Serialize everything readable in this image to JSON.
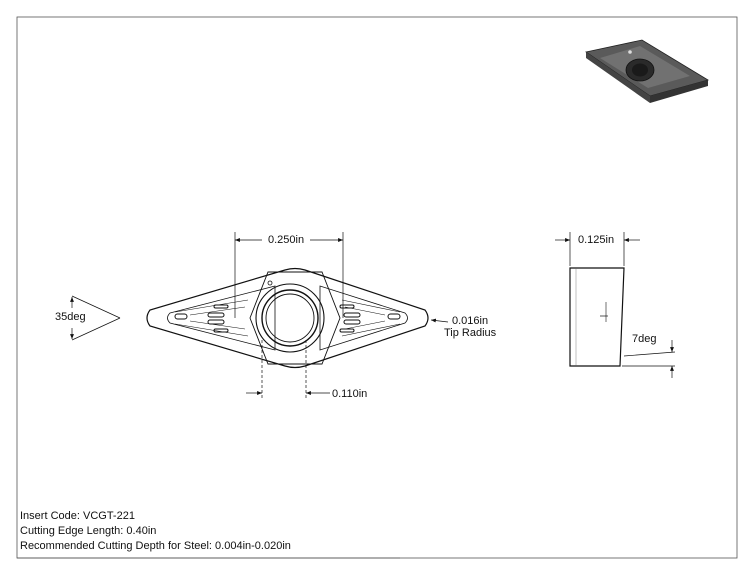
{
  "dimensions": {
    "width_top": "0.250in",
    "thickness": "0.125in",
    "angle": "35deg",
    "tip_radius_value": "0.016in",
    "tip_radius_label": "Tip Radius",
    "hole_offset": "0.110in",
    "clearance_angle": "7deg"
  },
  "info": {
    "insert_code": "Insert Code: VCGT-221",
    "cutting_edge": "Cutting Edge Length: 0.40in",
    "cutting_depth": "Recommended Cutting Depth for Steel: 0.004in-0.020in"
  }
}
